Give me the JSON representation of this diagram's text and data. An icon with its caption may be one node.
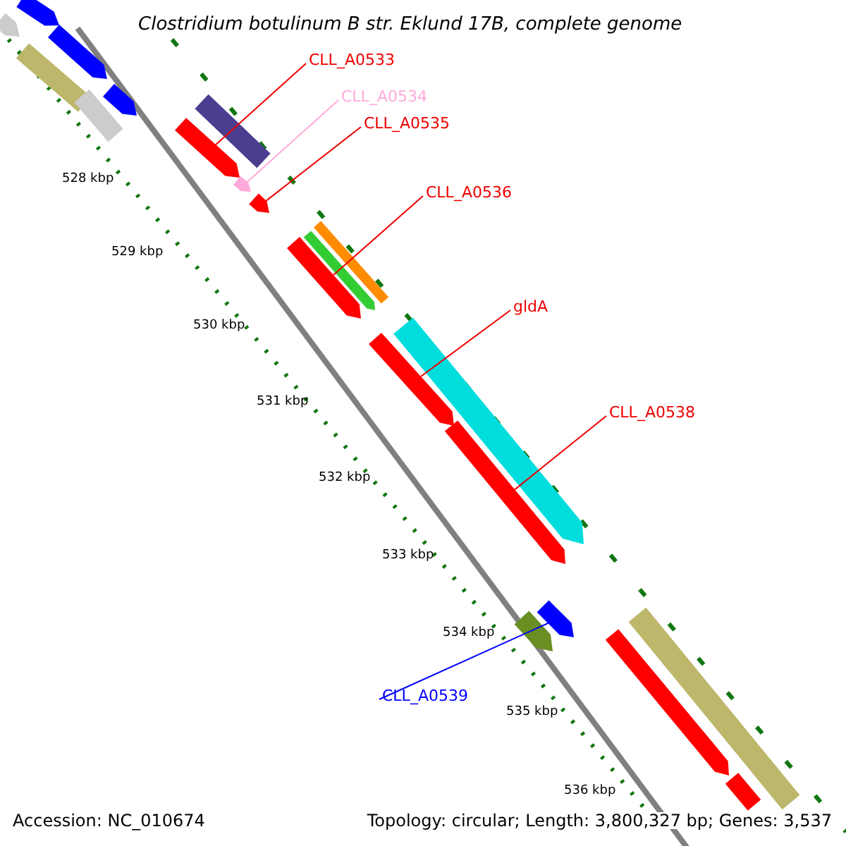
{
  "diagram": {
    "title": "Clostridium botulinum B str. Eklund 17B, complete genome",
    "nodes": [
      {
        "text": [
          "CLL_A0533"
        ]
      },
      {
        "text": [
          "CLL_A0534"
        ]
      },
      {
        "text": [
          "CLL_A0535"
        ]
      },
      {
        "text": [
          "CLL_A0536"
        ]
      },
      {
        "text": [
          "gldA"
        ]
      },
      {
        "text": [
          "CLL_A0538"
        ]
      },
      {
        "text": [
          "CLL_A0539"
        ]
      },
      {
        "text": [],
        "shape": "bar"
      },
      {
        "text": [],
        "shape": "bar"
      },
      {
        "text": [],
        "shape": "bar"
      },
      {
        "text": [],
        "shape": "bar"
      },
      {
        "text": [],
        "shape": "bar"
      },
      {
        "text": [],
        "shape": "bar"
      },
      {
        "text": [],
        "shape": "bar"
      },
      {
        "text": [],
        "shape": "bar"
      },
      {
        "text": [],
        "shape": "bar"
      },
      {
        "text": [],
        "shape": "bar"
      },
      {
        "text": [],
        "shape": "bar"
      },
      {
        "text": [],
        "shape": "bar"
      },
      {
        "text": [],
        "shape": "bar"
      },
      {
        "text": [],
        "shape": "bar"
      },
      {
        "text": [],
        "shape": "bar"
      },
      {
        "text": [],
        "shape": "bar"
      },
      {
        "text": [],
        "shape": "bar"
      },
      {
        "text": [],
        "shape": "bar"
      },
      {
        "text": [],
        "shape": "bar"
      },
      {
        "text": [],
        "shape": "bar"
      },
      {
        "text": [],
        "shape": "bar"
      }
    ],
    "edges": [
      {
        "from": 0,
        "to": 7,
        "arrow": "none"
      },
      {
        "from": 1,
        "to": 8,
        "arrow": "none",
        "color": "#ffaadd"
      },
      {
        "from": 2,
        "to": 9,
        "arrow": "none"
      },
      {
        "from": 3,
        "to": 10,
        "arrow": "none"
      },
      {
        "from": 4,
        "to": 11,
        "arrow": "none"
      },
      {
        "from": 5,
        "to": 12,
        "arrow": "none"
      },
      {
        "from": 6,
        "to": 13,
        "arrow": "none",
        "color": "#0000ff"
      }
    ],
    "labels": [
      "528 kbp",
      "529 kbp",
      "530 kbp",
      "531 kbp",
      "532 kbp",
      "533 kbp",
      "534 kbp",
      "535 kbp",
      "536 kbp",
      "Accession: NC_010674",
      "Topology: circular; Length: 3,800,327 bp; Genes: 3,537"
    ]
  }
}
